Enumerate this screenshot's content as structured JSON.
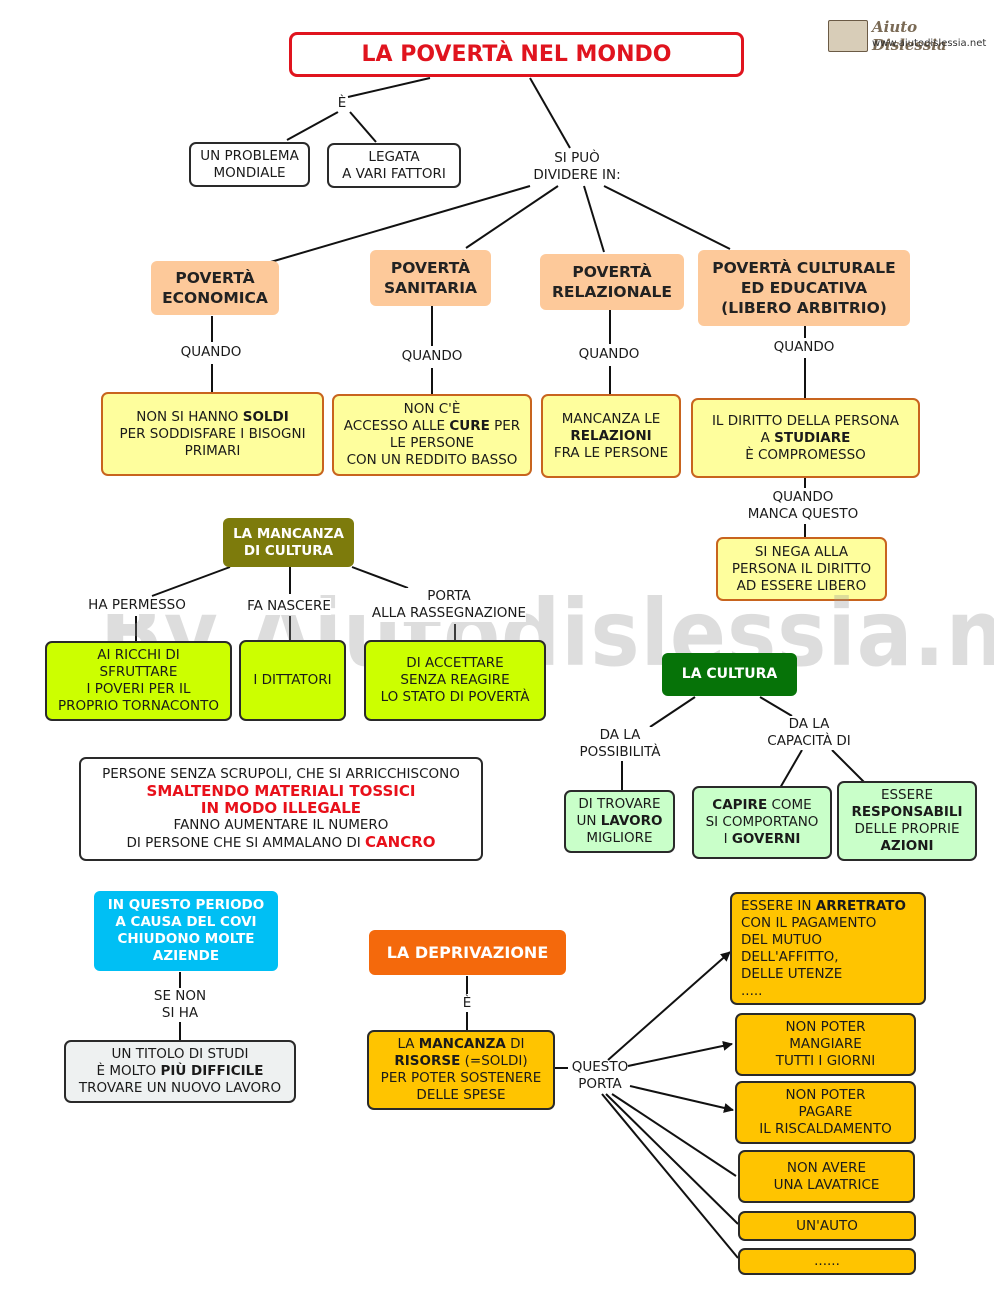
{
  "title": "LA POVERTÀ NEL MONDO",
  "logo": {
    "name": "Aiuto Dislessia",
    "url": "www.aiutodislessia.net"
  },
  "watermark": "By Aiutodislessia.net",
  "connectors": {
    "e_top": "È",
    "si_puo": [
      "SI PUÒ",
      "DIVIDERE IN:"
    ],
    "quando": "QUANDO",
    "quando_manca": [
      "QUANDO",
      "MANCA QUESTO"
    ],
    "ha_permesso": "HA PERMESSO",
    "fa_nascere": "FA NASCERE",
    "porta_rassegnazione": [
      "PORTA",
      "ALLA RASSEGNAZIONE"
    ],
    "da_la_possibilita": [
      "DA LA",
      "POSSIBILITÀ"
    ],
    "da_la_capacita": [
      "DA LA",
      "CAPACITÀ DI"
    ],
    "se_non_si_ha": [
      "SE NON",
      "SI HA"
    ],
    "e_dep": "È",
    "questo_porta": [
      "QUESTO",
      "PORTA"
    ]
  },
  "top": {
    "problema": [
      "UN PROBLEMA",
      "MONDIALE"
    ],
    "legata": [
      "LEGATA",
      "A VARI FATTORI"
    ]
  },
  "types": {
    "economica": [
      "POVERTÀ",
      "ECONOMICA"
    ],
    "sanitaria": [
      "POVERTÀ",
      "SANITARIA"
    ],
    "relazionale": [
      "POVERTÀ",
      "RELAZIONALE"
    ],
    "culturale": [
      "POVERTÀ CULTURALE",
      "ED EDUCATIVA",
      "(LIBERO ARBITRIO)"
    ]
  },
  "details": {
    "economica": {
      "pre": "NON SI HANNO ",
      "bold": "SOLDI",
      "post": [
        "PER SODDISFARE I BISOGNI",
        "PRIMARI"
      ]
    },
    "sanitaria": {
      "l1": "NON C'È",
      "pre": "ACCESSO ALLE ",
      "bold": "CURE",
      "post": " PER",
      "l3": "LE PERSONE",
      "l4": "CON UN REDDITO BASSO"
    },
    "relazionale": {
      "l1": "MANCANZA LE",
      "bold": "RELAZIONI",
      "l3": "FRA LE PERSONE"
    },
    "culturale": {
      "l1": "IL DIRITTO DELLA PERSONA",
      "pre": "A ",
      "bold": "STUDIARE",
      "l3": "È COMPROMESSO"
    },
    "libero": [
      "SI NEGA ALLA",
      "PERSONA IL DIRITTO",
      "AD ESSERE LIBERO"
    ]
  },
  "mancanza": {
    "head": [
      "LA MANCANZA",
      "DI CULTURA"
    ],
    "ricchi": [
      "AI RICCHI DI",
      "SFRUTTARE",
      "I POVERI PER IL",
      "PROPRIO TORNACONTO"
    ],
    "dittatori": "I DITTATORI",
    "accettare": [
      "DI ACCETTARE",
      "SENZA REAGIRE",
      "LO STATO DI POVERTÀ"
    ]
  },
  "cultura": {
    "head": "LA CULTURA",
    "trovare": {
      "l1": "DI TROVARE",
      "pre": "UN ",
      "bold": "LAVORO",
      "l3": "MIGLIORE"
    },
    "capire": {
      "bold1": "CAPIRE",
      "post1": " COME",
      "l2": "SI COMPORTANO",
      "pre3": "I ",
      "bold3": "GOVERNI"
    },
    "essere": {
      "l1": "ESSERE",
      "bold2": "RESPONSABILI",
      "l3": "DELLE PROPRIE",
      "bold4": "AZIONI"
    }
  },
  "scrupoli": {
    "l1": "PERSONE SENZA SCRUPOLI, CHE SI ARRICCHISCONO",
    "red1": "SMALTENDO MATERIALI TOSSICI",
    "red2": "IN MODO ILLEGALE",
    "l4": "FANNO AUMENTARE IL NUMERO",
    "l5": "DI PERSONE CHE SI AMMALANO DI ",
    "red3": "CANCRO"
  },
  "covid": {
    "head": [
      "IN QUESTO PERIODO",
      "A CAUSA DEL COVI",
      "CHIUDONO MOLTE",
      "AZIENDE"
    ],
    "titolo": {
      "l1": "UN TITOLO DI STUDI",
      "pre": "È MOLTO ",
      "bold": "PIÙ DIFFICILE",
      "l3": "TROVARE UN NUOVO LAVORO"
    }
  },
  "deprivazione": {
    "head": "LA DEPRIVAZIONE",
    "def": {
      "pre": "LA ",
      "bold1": "MANCANZA",
      "post1": " DI",
      "bold2": "RISORSE",
      "post2": " (=SOLDI)",
      "l3": "PER POTER SOSTENERE",
      "l4": "DELLE SPESE"
    },
    "arretrato": {
      "pre": "ESSERE IN ",
      "bold": "ARRETRATO",
      "lines": [
        "CON IL PAGAMENTO",
        "DEL MUTUO",
        "DELL'AFFITTO,",
        "DELLE UTENZE",
        "....."
      ]
    },
    "mangiare": [
      "NON POTER",
      "MANGIARE",
      "TUTTI I GIORNI"
    ],
    "riscaldamento": [
      "NON POTER",
      "PAGARE",
      "IL RISCALDAMENTO"
    ],
    "lavatrice": [
      "NON AVERE",
      "UNA LAVATRICE"
    ],
    "auto": "UN'AUTO",
    "dots": "......"
  },
  "colors": {
    "title_red": "#e0141e",
    "peach": "#fdc99a",
    "yellow": "#fefe9d",
    "olive": "#7d7b0c",
    "lime": "#ccff00",
    "green": "#067308",
    "light_green": "#c9ffc9",
    "cyan": "#00bff4",
    "orange": "#f4690c",
    "amber": "#ffc400"
  }
}
